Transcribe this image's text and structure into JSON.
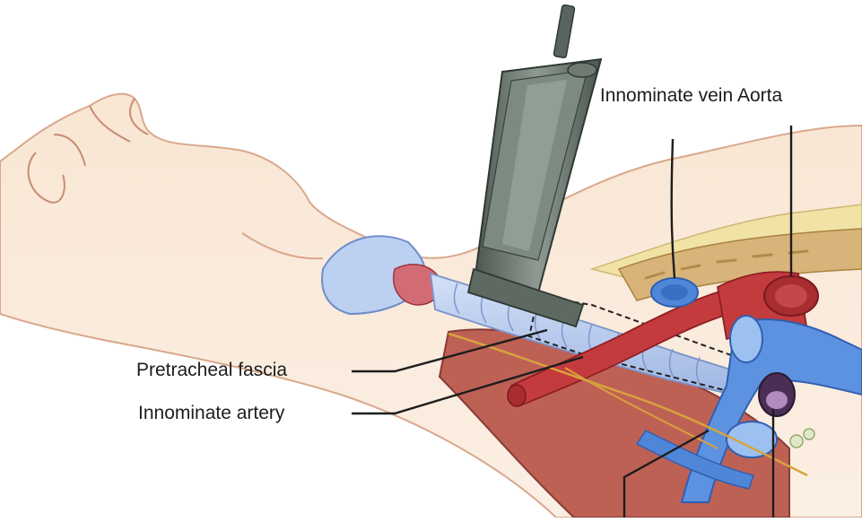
{
  "labels": {
    "innominate_vein": "Innominate vein",
    "aorta": "Aorta",
    "pretracheal_fascia": "Pretracheal fascia",
    "innominate_artery": "Innominate artery"
  },
  "colors": {
    "skin": "#f6ddc6",
    "skin_dark": "#e9b998",
    "skin_line": "#c78d72",
    "trachea": "#b9cef0",
    "trachea_dark": "#8fa6d8",
    "artery": "#c23a3c",
    "artery_dark": "#8e1f25",
    "vein": "#4f86d8",
    "vein_dark": "#2f5fb0",
    "muscle": "#b65a4a",
    "bone": "#e3c79b",
    "scope": "#6f7a72",
    "scope_dark": "#3f4a44",
    "leader": "#1d1d1d"
  }
}
